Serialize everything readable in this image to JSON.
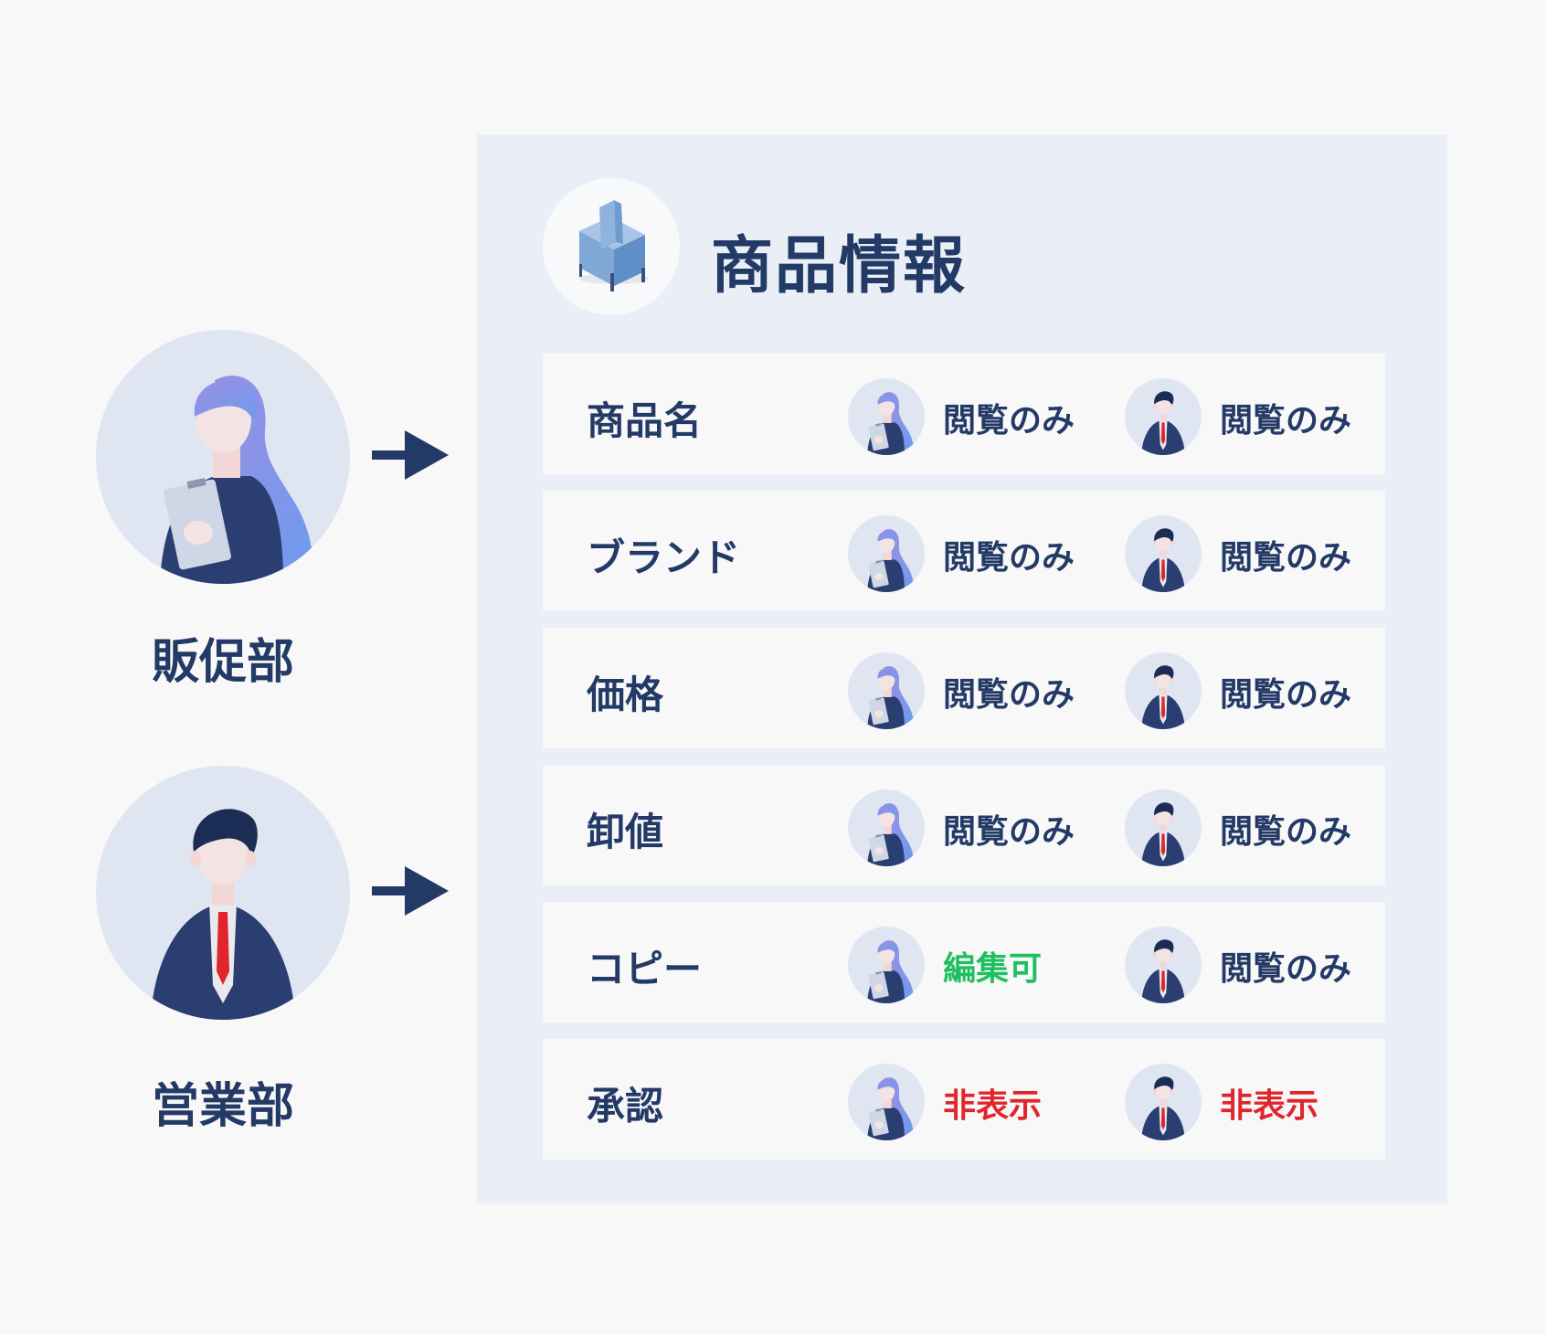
{
  "departments": [
    {
      "label": "販促部",
      "icon": "woman-clipboard-avatar-icon"
    },
    {
      "label": "営業部",
      "icon": "businessman-avatar-icon"
    }
  ],
  "panel": {
    "title": "商品情報",
    "icon": "armchair-icon",
    "rows": [
      {
        "label": "商品名",
        "promo": "閲覧のみ",
        "sales": "閲覧のみ"
      },
      {
        "label": "ブランド",
        "promo": "閲覧のみ",
        "sales": "閲覧のみ"
      },
      {
        "label": "価格",
        "promo": "閲覧のみ",
        "sales": "閲覧のみ"
      },
      {
        "label": "卸値",
        "promo": "閲覧のみ",
        "sales": "閲覧のみ"
      },
      {
        "label": "コピー",
        "promo": "編集可",
        "sales": "閲覧のみ"
      },
      {
        "label": "承認",
        "promo": "非表示",
        "sales": "非表示"
      }
    ]
  },
  "colors": {
    "navy": "#233a66",
    "view_only": "#233a66",
    "editable": "#1fbf5f",
    "hidden": "#e0262c",
    "panel_bg": "#e9eef7",
    "avatar_bg": "#dfe6f2"
  }
}
